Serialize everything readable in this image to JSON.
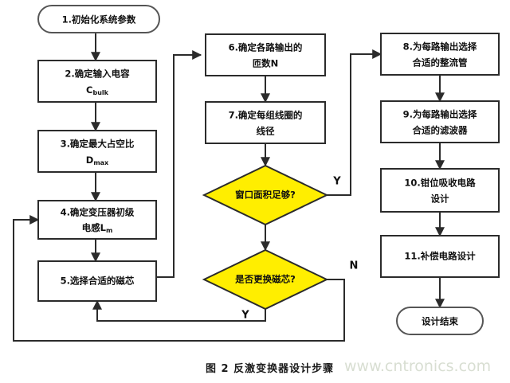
{
  "figure": {
    "caption": "图 2 反激变换器设计步骤",
    "watermark": "www.cntronics.com",
    "colors": {
      "decision_fill": "#ffee00",
      "process_fill": "#ffffff",
      "stroke": "#2b2b2b",
      "watermark": "#d8ded2"
    }
  },
  "nodes": {
    "start": {
      "label": "1.初始化系统参数",
      "shape": "terminator"
    },
    "step2": {
      "line1": "2.确定输入电容",
      "line2": "C",
      "sub2": "bulk",
      "shape": "process"
    },
    "step3": {
      "line1": "3.确定最大占空比",
      "line2": "D",
      "sub2": "max",
      "shape": "process"
    },
    "step4": {
      "line1": "4.确定变压器初级",
      "line2": "电感L",
      "sub2": "m",
      "shape": "process"
    },
    "step5": {
      "line1": "5.选择合适的磁芯",
      "shape": "process"
    },
    "step6": {
      "line1": "6.确定各路输出的",
      "line2": "匝数N",
      "shape": "process"
    },
    "step7": {
      "line1": "7.确定每组线圈的",
      "line2": "线径",
      "shape": "process"
    },
    "decision1": {
      "label": "窗口面积足够?",
      "shape": "decision",
      "yes_label": "Y",
      "no_label": ""
    },
    "decision2": {
      "label": "是否更换磁芯?",
      "shape": "decision",
      "yes_label": "Y",
      "no_label": "N"
    },
    "step8": {
      "line1": "8.为每路输出选择",
      "line2": "合适的整流管",
      "shape": "process"
    },
    "step9": {
      "line1": "9.为每路输出选择",
      "line2": "合适的滤波器",
      "shape": "process"
    },
    "step10": {
      "line1": "10.钳位吸收电路",
      "line2": "设计",
      "shape": "process"
    },
    "step11": {
      "line1": "11.补偿电路设计",
      "shape": "process"
    },
    "end": {
      "label": "设计结束",
      "shape": "terminator"
    }
  },
  "branches": {
    "d1_yes": "Y",
    "d2_yes": "Y",
    "d2_no": "N"
  }
}
